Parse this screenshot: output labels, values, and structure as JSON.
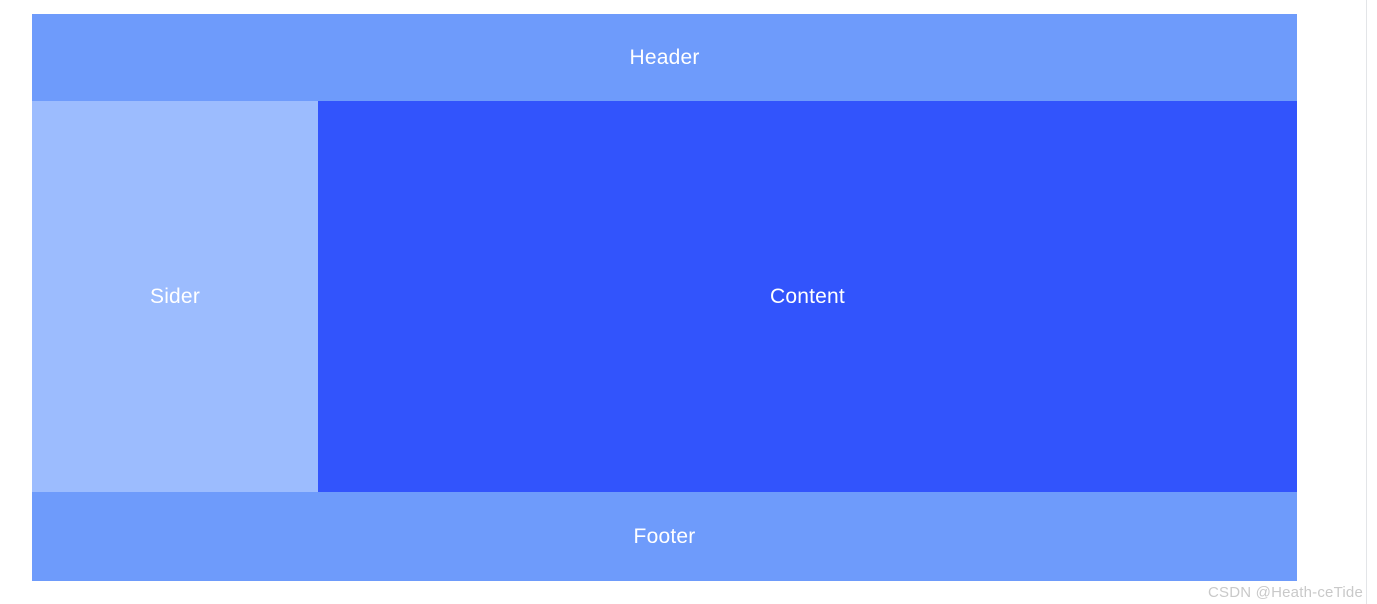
{
  "layout": {
    "header": {
      "label": "Header",
      "color": "#6e9bfb",
      "text_color": "#ffffff"
    },
    "sider": {
      "label": "Sider",
      "color": "#9cbcfe",
      "text_color": "#ffffff"
    },
    "content": {
      "label": "Content",
      "color": "#3254fc",
      "text_color": "#ffffff"
    },
    "footer": {
      "label": "Footer",
      "color": "#6e9bfb",
      "text_color": "#ffffff"
    }
  },
  "watermark": {
    "text": "CSDN @Heath-ceTide",
    "color": "#c9c9c9"
  },
  "page": {
    "background": "#ffffff",
    "rule_color": "#e3e5e8"
  }
}
